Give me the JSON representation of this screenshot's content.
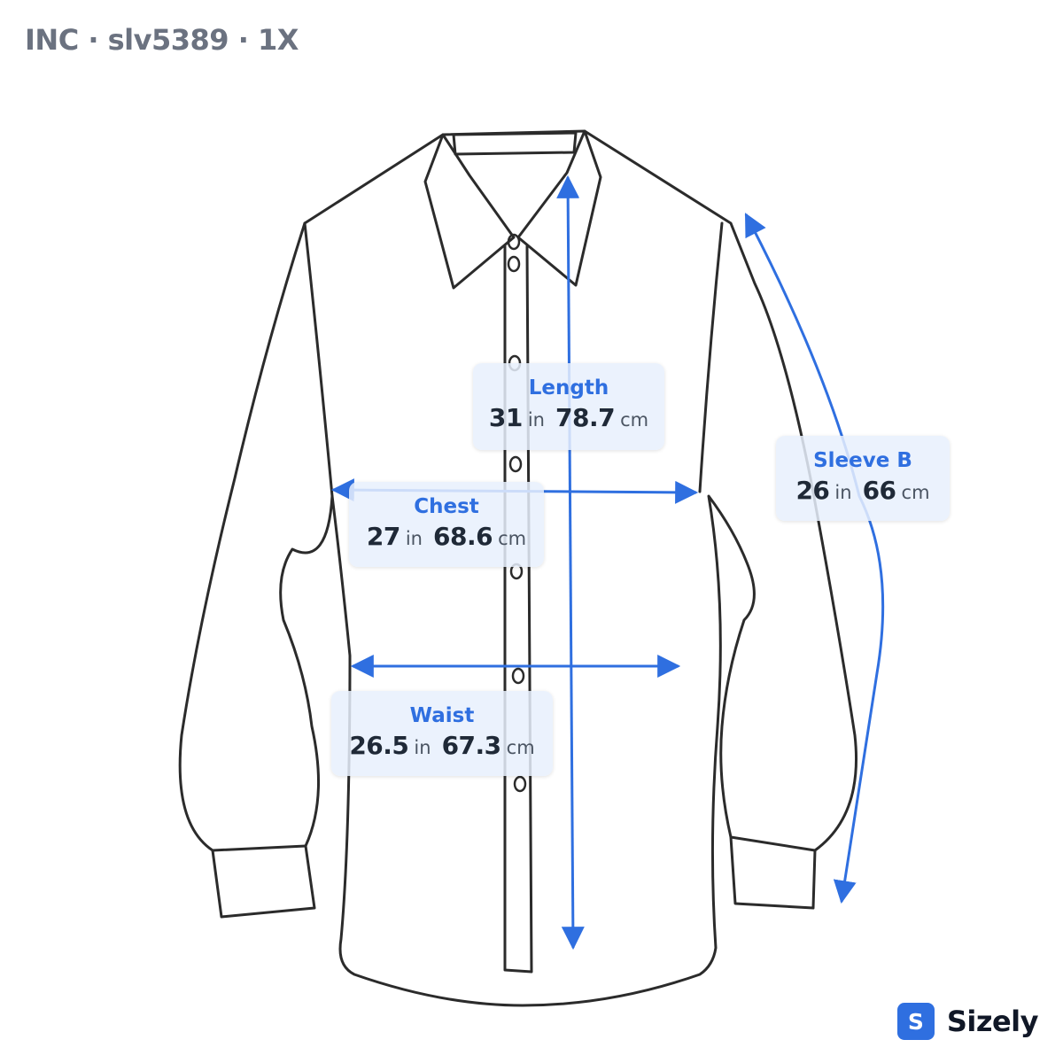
{
  "header": {
    "title": "INC · slv5389 · 1X"
  },
  "colors": {
    "accent": "#2f6fe0",
    "outline": "#2b2b2b",
    "label_background": "#e8f0fd",
    "value_text": "#1f2937",
    "header_text": "#6b7280"
  },
  "icons": {
    "garment": "shirt-outline-icon",
    "brand": "sizely-logo-icon",
    "measure_arrows": "double-headed-arrow-icon"
  },
  "measurements": [
    {
      "id": "length",
      "name": "Length",
      "in_value": "31",
      "in_unit": "in",
      "cm_value": "78.7",
      "cm_unit": "cm"
    },
    {
      "id": "chest",
      "name": "Chest",
      "in_value": "27",
      "in_unit": "in",
      "cm_value": "68.6",
      "cm_unit": "cm"
    },
    {
      "id": "waist",
      "name": "Waist",
      "in_value": "26.5",
      "in_unit": "in",
      "cm_value": "67.3",
      "cm_unit": "cm"
    },
    {
      "id": "sleeve",
      "name": "Sleeve B",
      "in_value": "26",
      "in_unit": "in",
      "cm_value": "66",
      "cm_unit": "cm"
    }
  ],
  "brand": {
    "icon_letter": "S",
    "name": "Sizely"
  }
}
